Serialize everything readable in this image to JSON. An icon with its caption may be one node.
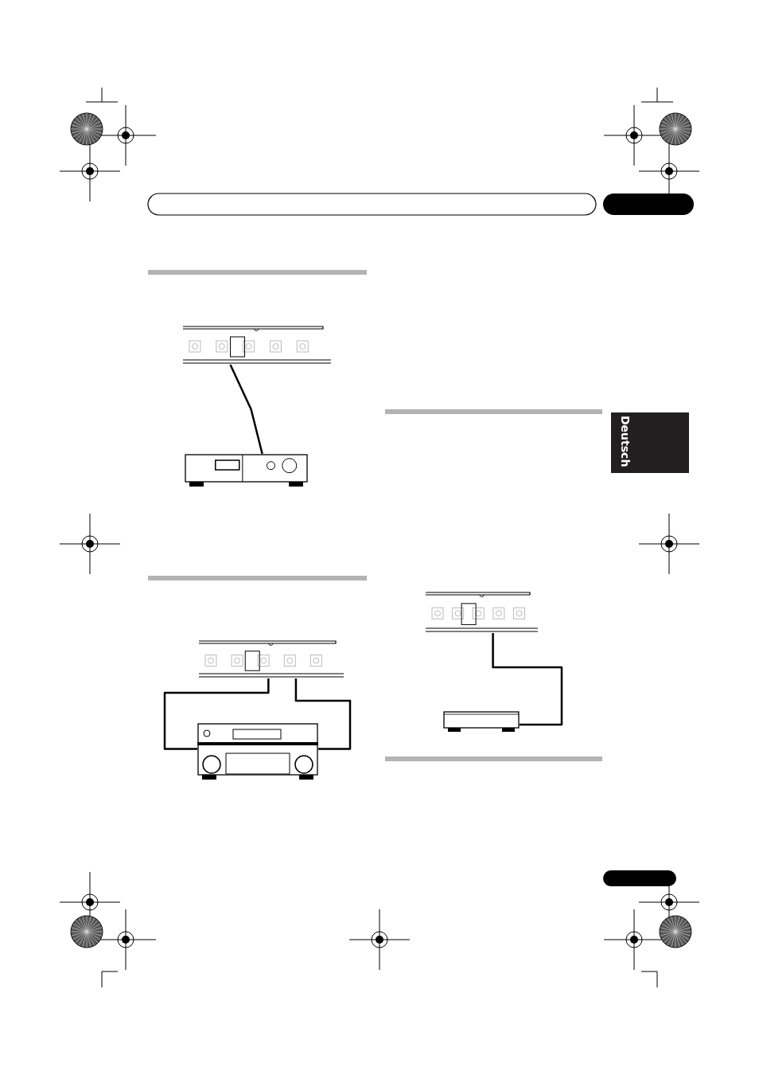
{
  "diagram": {
    "nodes": [
      {
        "text": [],
        "shape": "picture"
      },
      {
        "text": [],
        "shape": "picture"
      },
      {
        "text": [],
        "shape": "picture"
      },
      {
        "text": [],
        "shape": "picture"
      },
      {
        "text": [],
        "shape": "picture"
      },
      {
        "text": [],
        "shape": "box"
      }
    ],
    "edges": [
      {
        "from": 0,
        "to": 1,
        "arrow": "none"
      },
      {
        "from": 2,
        "to": 3,
        "arrow": "none"
      },
      {
        "from": 2,
        "to": 3,
        "arrow": "none"
      },
      {
        "from": 4,
        "to": 5,
        "arrow": "none"
      }
    ],
    "labels": [
      "Deutsch"
    ]
  }
}
